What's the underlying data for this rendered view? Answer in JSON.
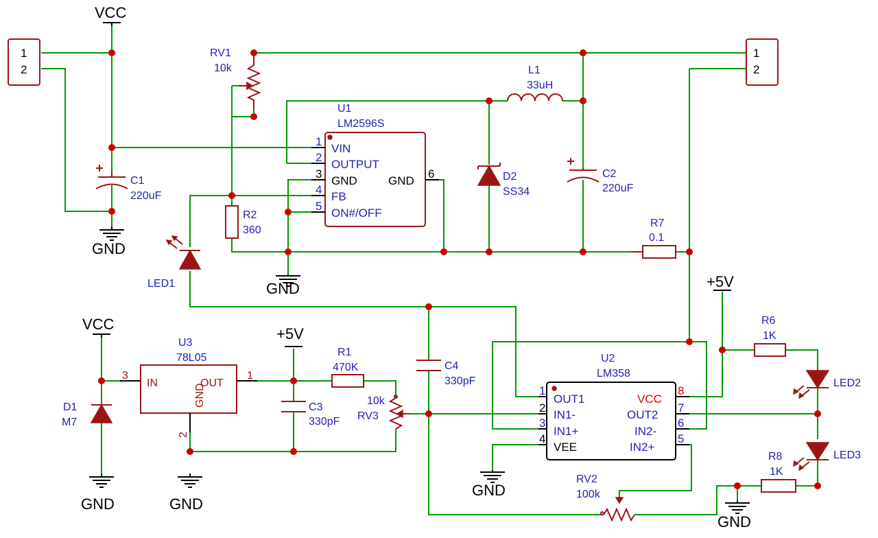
{
  "power": {
    "vcc": "VCC",
    "gnd": "GND",
    "plus5v": "+5V"
  },
  "connectors": {
    "j_in": {
      "pin1": "1",
      "pin2": "2"
    },
    "j_out": {
      "pin1": "1",
      "pin2": "2"
    }
  },
  "components": {
    "rv1": {
      "ref": "RV1",
      "value": "10k"
    },
    "c1": {
      "ref": "C1",
      "value": "220uF"
    },
    "c2": {
      "ref": "C2",
      "value": "220uF"
    },
    "r2": {
      "ref": "R2",
      "value": "360"
    },
    "led1": {
      "ref": "LED1"
    },
    "u1": {
      "ref": "U1",
      "value": "LM2596S"
    },
    "l1": {
      "ref": "L1",
      "value": "33uH"
    },
    "d2": {
      "ref": "D2",
      "value": "SS34"
    },
    "r7": {
      "ref": "R7",
      "value": "0.1"
    },
    "u3": {
      "ref": "U3",
      "value": "78L05"
    },
    "d1": {
      "ref": "D1",
      "value": "M7"
    },
    "c3": {
      "ref": "C3",
      "value": "330pF"
    },
    "r1": {
      "ref": "R1",
      "value": "470K"
    },
    "rv3": {
      "ref": "RV3",
      "value": "10k"
    },
    "c4": {
      "ref": "C4",
      "value": "330pF"
    },
    "u2": {
      "ref": "U2",
      "value": "LM358"
    },
    "rv2": {
      "ref": "RV2",
      "value": "100k"
    },
    "r6": {
      "ref": "R6",
      "value": "1K"
    },
    "r8": {
      "ref": "R8",
      "value": "1K"
    },
    "led2": {
      "ref": "LED2"
    },
    "led3": {
      "ref": "LED3"
    }
  },
  "u1_pins": {
    "nums": [
      "1",
      "2",
      "3",
      "4",
      "5",
      "6"
    ],
    "names": [
      "VIN",
      "OUTPUT",
      "GND",
      "FB",
      "ON#/OFF",
      "GND"
    ]
  },
  "u3_pins": {
    "nums": [
      "3",
      "2",
      "1"
    ],
    "names": [
      "IN",
      "GND",
      "OUT"
    ]
  },
  "u2_pins": {
    "left_nums": [
      "1",
      "2",
      "3",
      "4"
    ],
    "left_names": [
      "OUT1",
      "IN1-",
      "IN1+",
      "VEE"
    ],
    "right_nums": [
      "8",
      "7",
      "6",
      "5"
    ],
    "right_names": [
      "VCC",
      "OUT2",
      "IN2-",
      "IN2+"
    ]
  },
  "colors": {
    "wire": "#009900",
    "component": "#9b1515",
    "pin_blue": "#1f1fb5",
    "junction": "#cc0000",
    "vcc_pin": "#e00000"
  }
}
